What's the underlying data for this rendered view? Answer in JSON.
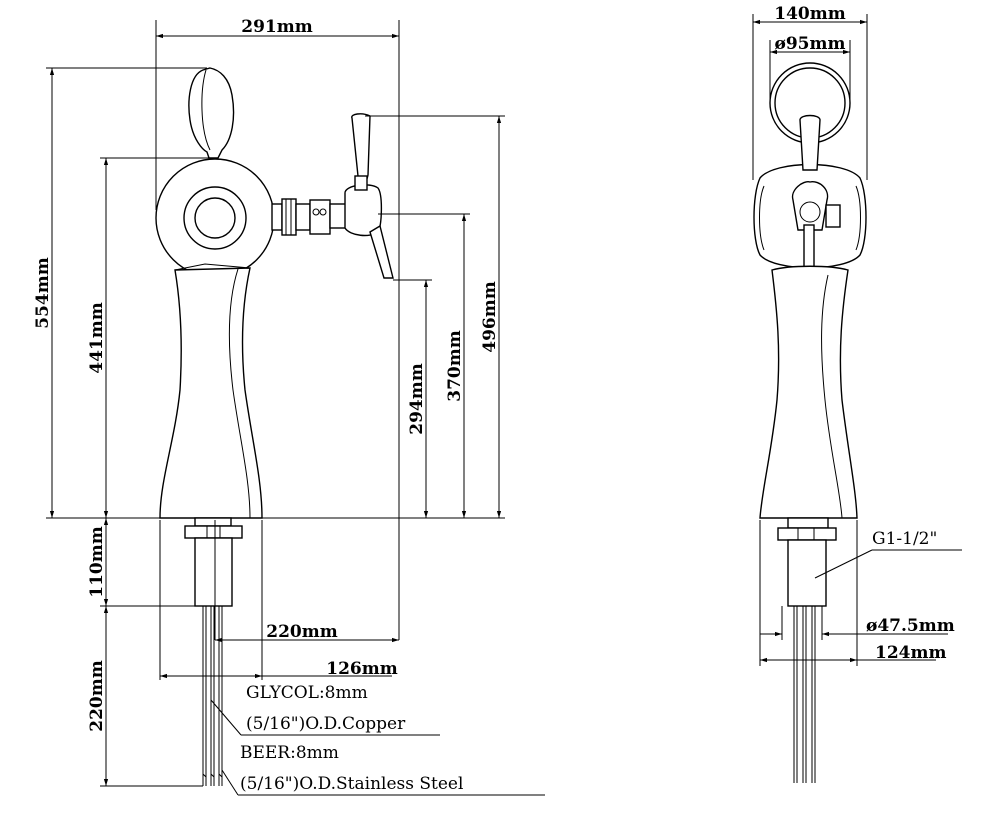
{
  "side_view": {
    "dim_width_total": "291mm",
    "dim_height_total": "554mm",
    "dim_height_body": "441mm",
    "dim_height_spout_top": "496mm",
    "dim_height_spout_mid": "370mm",
    "dim_height_spout_tip": "294mm",
    "dim_shank_length": "110mm",
    "dim_line_length": "220mm",
    "dim_reach": "220mm",
    "dim_base_width": "126mm"
  },
  "front_view": {
    "dim_width_total": "140mm",
    "dim_handle_dia": "ø95mm",
    "thread_label": "G1-1/2\"",
    "dim_shank_dia": "ø47.5mm",
    "dim_base_width": "124mm"
  },
  "notes": {
    "glycol_line": "GLYCOL:8mm",
    "glycol_material": "(5/16\")O.D.Copper",
    "beer_line": "BEER:8mm",
    "beer_material": "(5/16\")O.D.Stainless Steel"
  }
}
